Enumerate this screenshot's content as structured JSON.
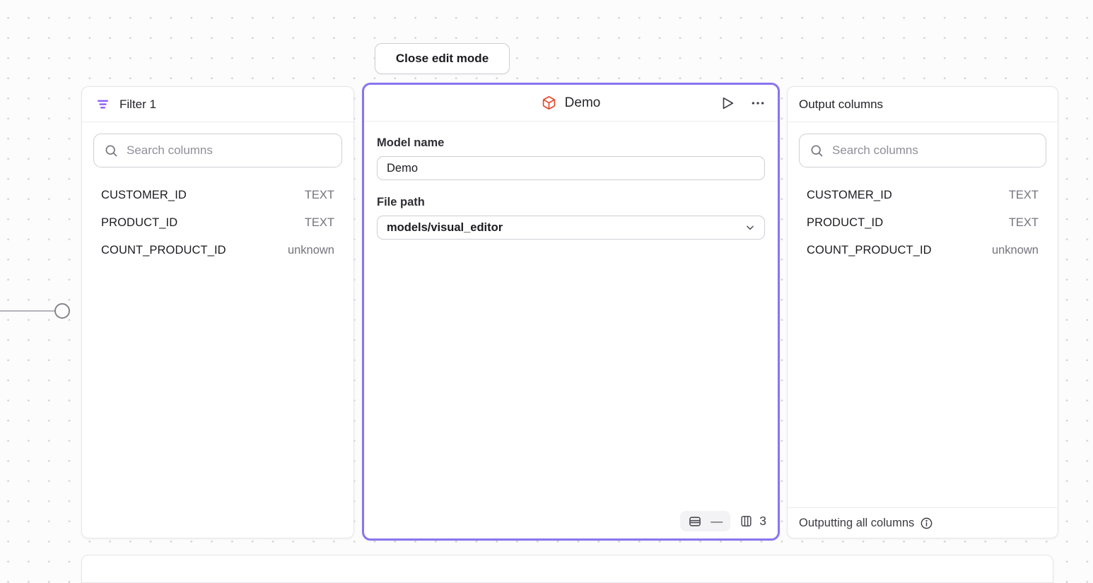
{
  "colors": {
    "selection_purple": "#8875f0",
    "filter_icon_purple": "#8b5cf6",
    "model_icon_orange": "#e5492c",
    "canvas_dot": "#d4d4d9",
    "panel_border": "#e6e6ea"
  },
  "toolbar": {
    "close_edit_mode_label": "Close edit mode"
  },
  "filter_panel": {
    "title": "Filter 1",
    "search_placeholder": "Search columns",
    "search_value": "",
    "columns": [
      {
        "name": "CUSTOMER_ID",
        "type": "TEXT"
      },
      {
        "name": "PRODUCT_ID",
        "type": "TEXT"
      },
      {
        "name": "COUNT_PRODUCT_ID",
        "type": "unknown"
      }
    ]
  },
  "model_panel": {
    "title": "Demo",
    "icons": {
      "model_icon": "cube-icon",
      "run_icon": "play-icon",
      "menu_icon": "ellipsis-icon",
      "rows_icon": "table-rows-icon",
      "columns_icon": "table-columns-icon"
    },
    "fields": {
      "model_name_label": "Model name",
      "model_name_value": "Demo",
      "file_path_label": "File path",
      "file_path_value": "models/visual_editor"
    },
    "stats": {
      "row_count": "—",
      "column_count": "3"
    }
  },
  "output_panel": {
    "title": "Output columns",
    "search_placeholder": "Search columns",
    "search_value": "",
    "columns": [
      {
        "name": "CUSTOMER_ID",
        "type": "TEXT"
      },
      {
        "name": "PRODUCT_ID",
        "type": "TEXT"
      },
      {
        "name": "COUNT_PRODUCT_ID",
        "type": "unknown"
      }
    ],
    "footer_text": "Outputting all columns"
  }
}
